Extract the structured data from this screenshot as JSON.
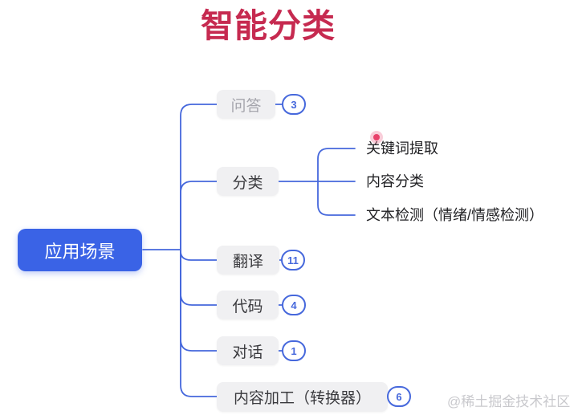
{
  "title": "智能分类",
  "colors": {
    "title_red": "#C62A50",
    "accent_blue": "#4668DC",
    "root_fill": "#3A63E6",
    "node_fill": "#F0F0F2",
    "node_text": "#3A3A3E",
    "muted_node_text": "#A6A6AD",
    "watermark_gray": "#C9C9CD",
    "cursor_pink": "#E8416B"
  },
  "root": {
    "label": "应用场景"
  },
  "branches": [
    {
      "label": "问答",
      "badge": "3"
    },
    {
      "label": "分类",
      "children": [
        "关键词提取",
        "内容分类",
        "文本检测（情绪/情感检测）"
      ]
    },
    {
      "label": "翻译",
      "badge": "11"
    },
    {
      "label": "代码",
      "badge": "4"
    },
    {
      "label": "对话",
      "badge": "1"
    },
    {
      "label": "内容加工（转换器）",
      "badge": "6"
    }
  ],
  "watermark": "@稀土掘金技术社区"
}
